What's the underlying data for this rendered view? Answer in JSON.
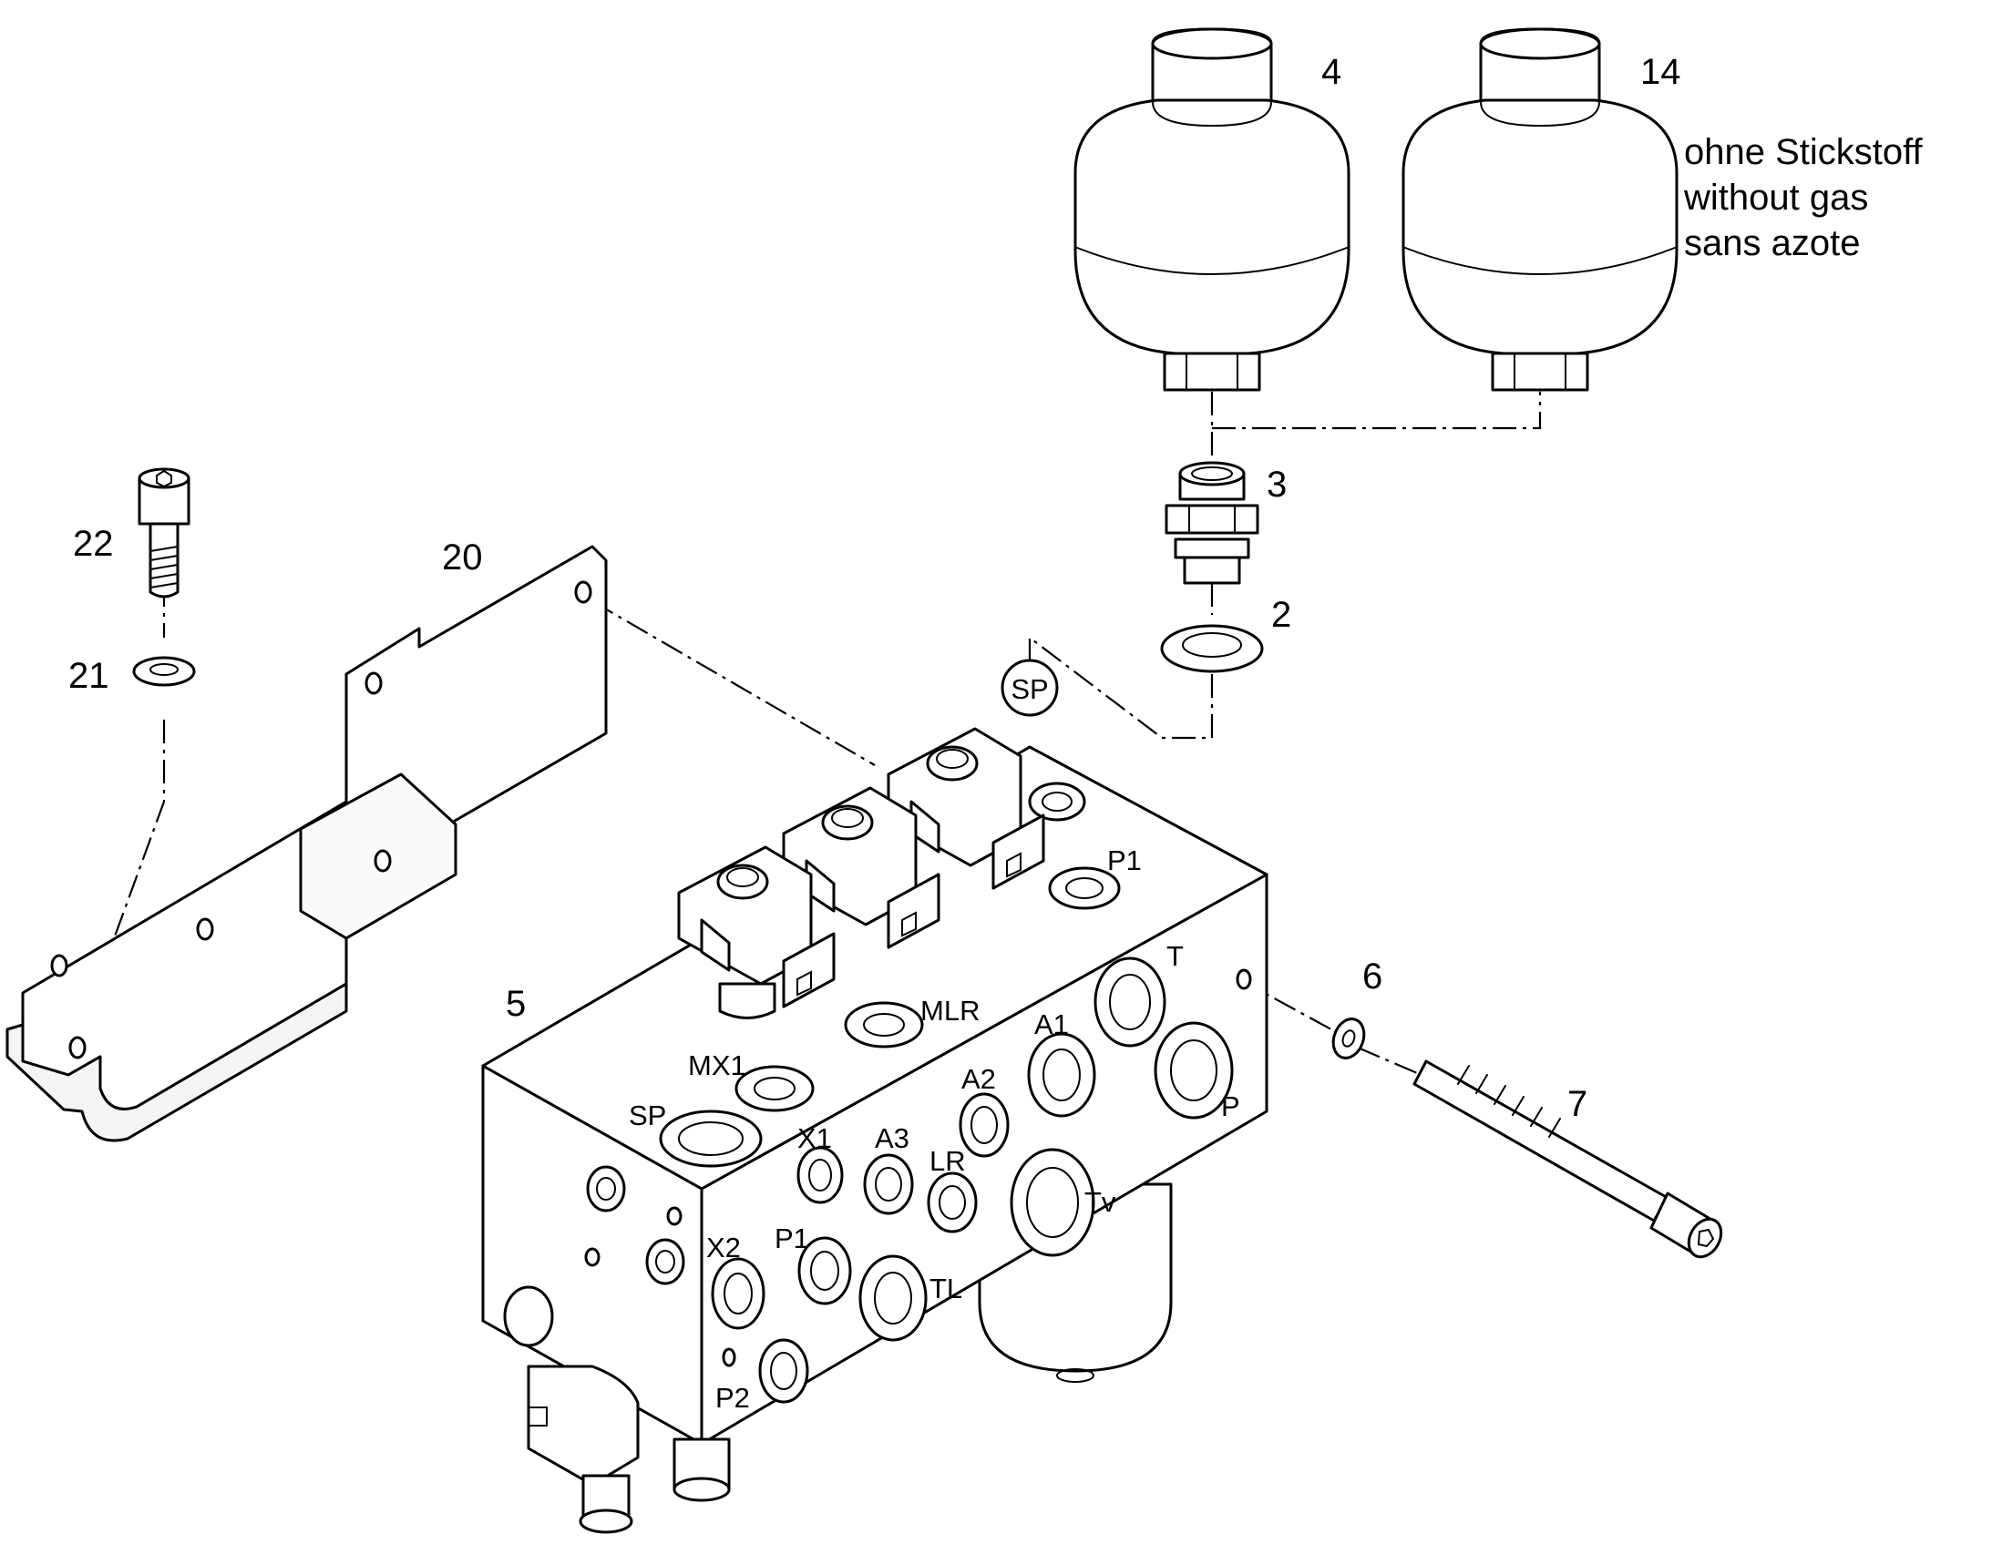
{
  "callouts": {
    "c4": "4",
    "c14": "14",
    "c3": "3",
    "c2": "2",
    "c22": "22",
    "c21": "21",
    "c20": "20",
    "c5": "5",
    "c6": "6",
    "c7": "7"
  },
  "note": {
    "line1": "ohne Stickstoff",
    "line2": "without gas",
    "line3": "sans azote"
  },
  "ports": {
    "sp_circle": "SP",
    "p1_top": "P1",
    "t": "T",
    "mlr": "MLR",
    "a1": "A1",
    "a2": "A2",
    "mx1": "MX1",
    "sp_side": "SP",
    "p": "P",
    "x1": "X1",
    "a3": "A3",
    "lr": "LR",
    "tv": "Tv",
    "x2": "X2",
    "p1_front": "P1",
    "tl": "TL",
    "p2": "P2"
  }
}
